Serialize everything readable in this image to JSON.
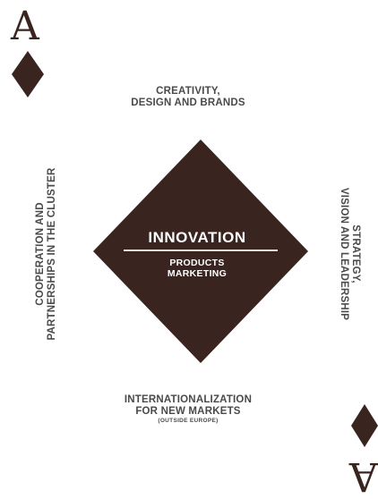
{
  "card": {
    "rank": "A",
    "suit_icon": "diamond-icon",
    "ink_color": "#3a2420"
  },
  "labels": {
    "top": [
      "CREATIVITY,",
      "DESIGN AND BRANDS"
    ],
    "left": [
      "COOPERATION AND",
      "PARTNERSHIPS IN THE CLUSTER"
    ],
    "right": [
      "STRATEGY,",
      "VISION AND LEADERSHIP"
    ],
    "bottom": [
      "INTERNATIONALIZATION",
      "FOR NEW MARKETS"
    ],
    "bottom_sub": "(OUTSIDE EUROPE)"
  },
  "center": {
    "title": "INNOVATION",
    "lines": [
      "PRODUCTS",
      "MARKETING"
    ]
  }
}
